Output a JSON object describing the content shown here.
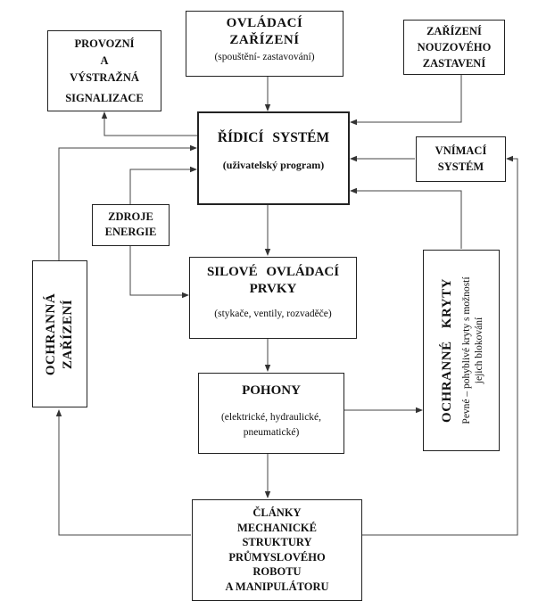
{
  "boxes": {
    "provozni": {
      "lines": [
        "PROVOZNÍ",
        "A",
        "VÝSTRAŽNÁ",
        "SIGNALIZACE"
      ]
    },
    "ovladaci": {
      "title_lines": [
        "OVLÁDACÍ",
        "ZAŘÍZENÍ"
      ],
      "subtitle": "(spouštění- zastavování)"
    },
    "nouzove": {
      "lines": [
        "ZAŘÍZENÍ",
        "NOUZOVÉHO",
        "ZASTAVENÍ"
      ]
    },
    "ridici": {
      "title": "ŘÍDICÍ SYSTÉM",
      "subtitle": "(uživatelský program)"
    },
    "vnimaci": {
      "lines": [
        "VNÍMACÍ",
        "SYSTÉM"
      ]
    },
    "zdroje": {
      "lines": [
        "ZDROJE",
        "ENERGIE"
      ]
    },
    "silove": {
      "title_lines": [
        "SILOVÉ OVLÁDACÍ",
        "PRVKY"
      ],
      "subtitle": "(stykače, ventily, rozvaděče)"
    },
    "ochranna": {
      "lines": [
        "OCHRANNÁ",
        "ZAŘÍZENÍ"
      ]
    },
    "ochranne_kryty": {
      "title": "OCHRANNÉ KRYTY",
      "subtitle_lines": [
        "Pevné – pohyblivé kryty s možností",
        "jejich blokování"
      ]
    },
    "pohony": {
      "title": "POHONY",
      "subtitle_lines": [
        "(elektrické, hydraulické,",
        "pneumatické)"
      ]
    },
    "clanky": {
      "lines": [
        "ČLÁNKY",
        "MECHANICKÉ",
        "STRUKTURY",
        "PRŮMYSLOVÉHO",
        "ROBOTU",
        "A MANIPULÁTORU"
      ]
    }
  }
}
